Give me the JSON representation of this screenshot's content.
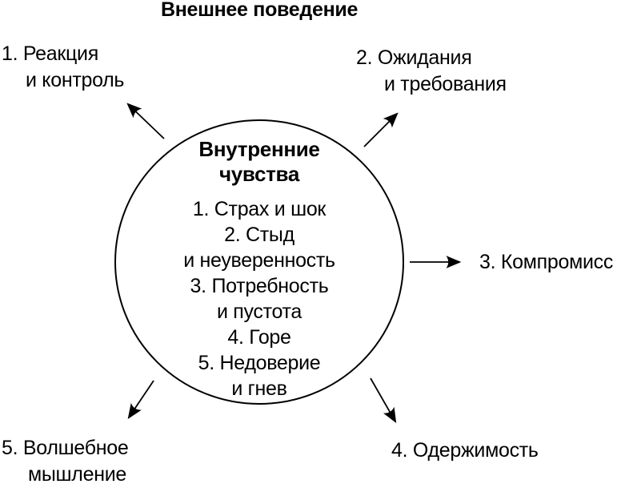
{
  "diagram": {
    "title": "Внешнее поведение",
    "circle": {
      "title": "Внутренние\nчувства",
      "items": [
        "1. Страх и шок",
        "2. Стыд\nи неуверенность",
        "3. Потребность\nи пустота",
        "4. Горе",
        "5. Недоверие\nи гнев"
      ]
    },
    "outer_labels": {
      "reaction_control": "1. Реакция\nи контроль",
      "expectations_demands": "2. Ожидания\nи требования",
      "compromise": "3. Компромисс",
      "obsession": "4. Одержимость",
      "magical_thinking": "5. Волшебное\nмышление"
    },
    "colors": {
      "ink": "#000000",
      "background": "#ffffff"
    }
  }
}
